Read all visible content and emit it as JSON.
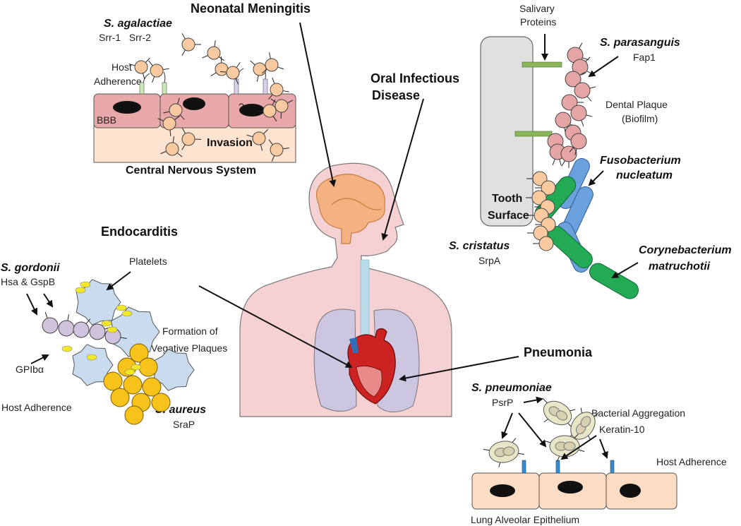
{
  "colors": {
    "body_skin": "#f6d1d3",
    "lungs": "#cdc6e1",
    "brain": "#f4b283",
    "heart_red": "#cc2222",
    "host_cell": "#e8a7a8",
    "cns_band": "#fde4d0",
    "tooth": "#e0e0e0",
    "streptococcus": "#f9c9a0",
    "s_parasanguis": "#e6a5a5",
    "fusobacterium": "#6aa0dc",
    "corynebacterium": "#22aa55",
    "platelet": "#c9dcef",
    "s_aureus": "#f7c21a",
    "s_pneumoniae": "#e7e6c6",
    "alveolar_cell": "#fcdcc2"
  },
  "meningitis": {
    "title": "Neonatal Meningitis",
    "species": "S. agalactiae",
    "adhesins": "Srr-1   Srr-2",
    "host_adherence_line1": "Host",
    "host_adherence_line2": "Adherence",
    "bbb": "BBB",
    "question": "?",
    "invasion": "Invasion",
    "cns": "Central Nervous System"
  },
  "oral": {
    "title_line1": "Oral Infectious",
    "title_line2": "Disease",
    "salivary_line1": "Salivary",
    "salivary_line2": "Proteins",
    "s_parasanguis": "S. parasanguis",
    "fap1": "Fap1",
    "plaque_line1": "Dental Plaque",
    "plaque_line2": "(Biofilm)",
    "fuso_line1": "Fusobacterium",
    "fuso_line2": "nucleatum",
    "tooth_line1": "Tooth",
    "tooth_line2": "Surface",
    "s_cristatus": "S. cristatus",
    "srpa": "SrpA",
    "coryne_line1": "Corynebacterium",
    "coryne_line2": "matruchotii"
  },
  "endocarditis": {
    "title": "Endocarditis",
    "s_gordonii": "S. gordonii",
    "hsa_gspb": "Hsa & GspB",
    "platelets": "Platelets",
    "formation_line1": "Formation of",
    "formation_line2": "Vegative Plaques",
    "gpib": "GPIbα",
    "host_adherence": "Host Adherence",
    "s_aureus": "S. aureus",
    "srap": "SraP"
  },
  "pneumonia": {
    "title": "Pneumonia",
    "s_pneumoniae": "S. pneumoniae",
    "psrp": "PsrP",
    "aggregation": "Bacterial Aggregation",
    "keratin": "Keratin-10",
    "host_adherence": "Host Adherence",
    "epithelium": "Lung Alveolar Epithelium"
  }
}
